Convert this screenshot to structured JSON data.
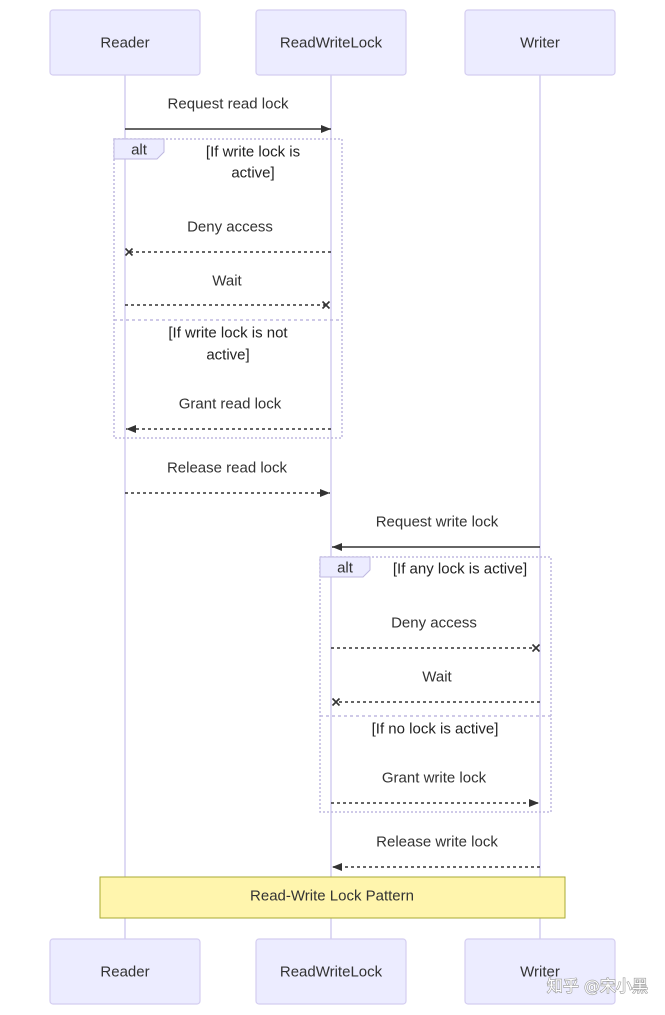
{
  "participants": [
    {
      "name": "Reader"
    },
    {
      "name": "ReadWriteLock"
    },
    {
      "name": "Writer"
    }
  ],
  "messages": [
    {
      "label": "Request read lock"
    },
    {
      "label": "Deny access"
    },
    {
      "label": "Wait"
    },
    {
      "label": "Grant read lock"
    },
    {
      "label": "Release read lock"
    },
    {
      "label": "Request write lock"
    },
    {
      "label": "Deny access"
    },
    {
      "label": "Wait"
    },
    {
      "label": "Grant write lock"
    },
    {
      "label": "Release write lock"
    }
  ],
  "alt_blocks": [
    {
      "label": "alt",
      "sections": [
        {
          "condition_lines": [
            "[If write lock is",
            "active]"
          ]
        },
        {
          "condition_lines": [
            "[If write lock is not",
            "active]"
          ]
        }
      ]
    },
    {
      "label": "alt",
      "sections": [
        {
          "condition_lines": [
            "[If any lock is active]"
          ]
        },
        {
          "condition_lines": [
            "[If no lock is active]"
          ]
        }
      ]
    }
  ],
  "note": {
    "text": "Read-Write Lock Pattern"
  },
  "watermark": "知乎 @宋小黑",
  "colors": {
    "actor_fill": "#ECECFF",
    "actor_border": "#D4CDF1",
    "lifeline": "#D4CDF1",
    "frame": "#BFB8E0",
    "note_fill": "#FFF5AD",
    "note_border": "#AAAA33",
    "text": "#333333",
    "line": "#333333"
  }
}
